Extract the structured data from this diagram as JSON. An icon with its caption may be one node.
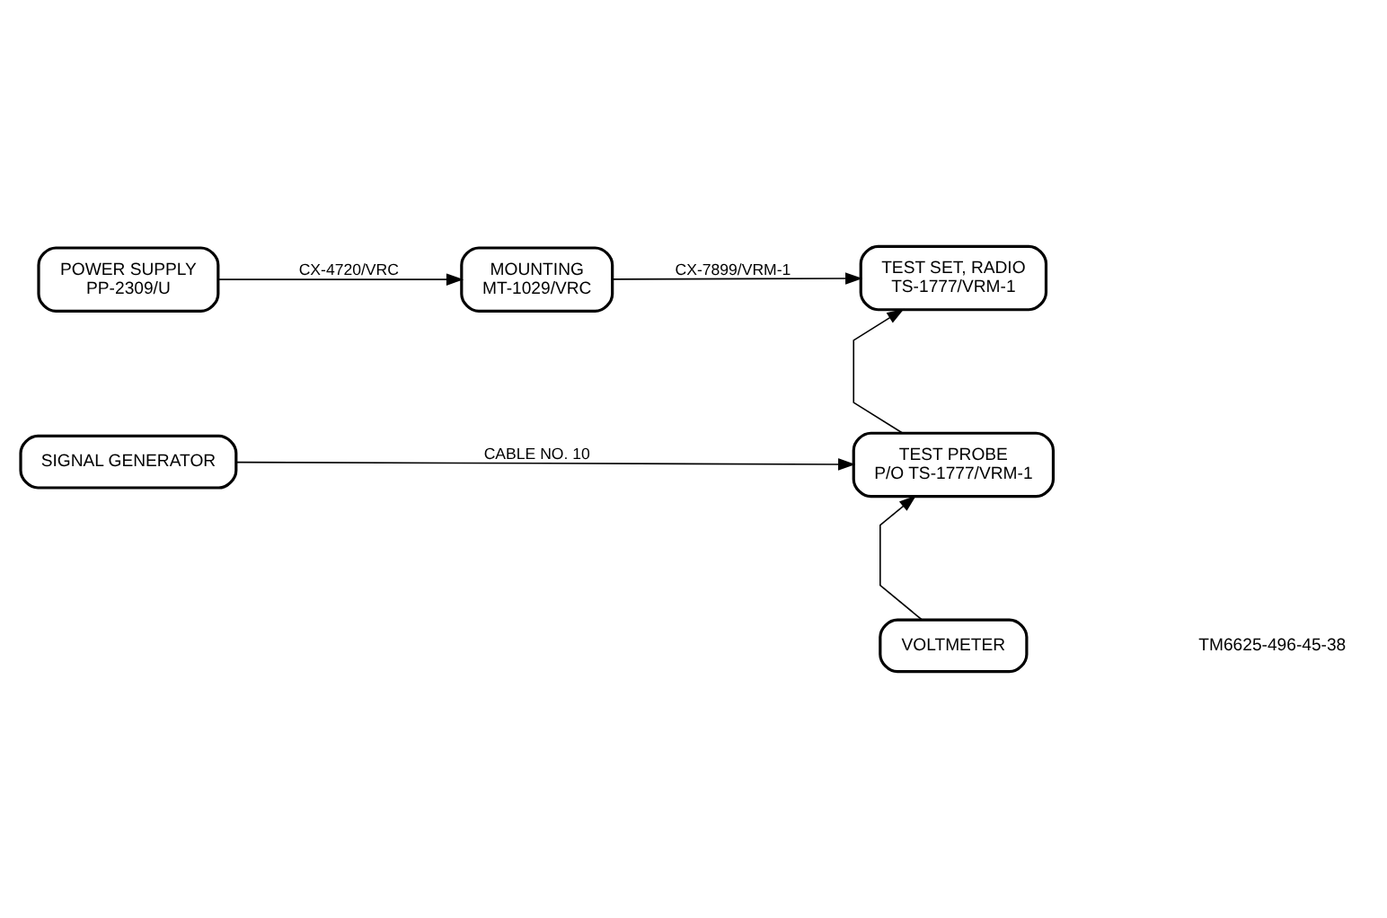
{
  "diagram": {
    "nodes": [
      {
        "text": [
          "POWER SUPPLY",
          "PP-2309/U"
        ]
      },
      {
        "text": [
          "MOUNTING",
          "MT-1029/VRC"
        ]
      },
      {
        "text": [
          "TEST SET, RADIO",
          "TS-1777/VRM-1"
        ]
      },
      {
        "text": [
          "SIGNAL GENERATOR"
        ]
      },
      {
        "text": [
          "TEST PROBE",
          "P/O TS-1777/VRM-1"
        ]
      },
      {
        "text": [
          "VOLTMETER"
        ]
      }
    ],
    "edges": [
      {
        "from": 0,
        "to": 1,
        "arrow": "to",
        "label": "CX-4720/VRC"
      },
      {
        "from": 1,
        "to": 2,
        "arrow": "to",
        "label": "CX-7899/VRM-1"
      },
      {
        "from": 3,
        "to": 4,
        "arrow": "to",
        "label": "CABLE NO. 10"
      },
      {
        "from": 4,
        "to": 2,
        "arrow": "to"
      },
      {
        "from": 5,
        "to": 4,
        "arrow": "to"
      }
    ],
    "labels": [
      "TM6625-496-45-38"
    ]
  }
}
